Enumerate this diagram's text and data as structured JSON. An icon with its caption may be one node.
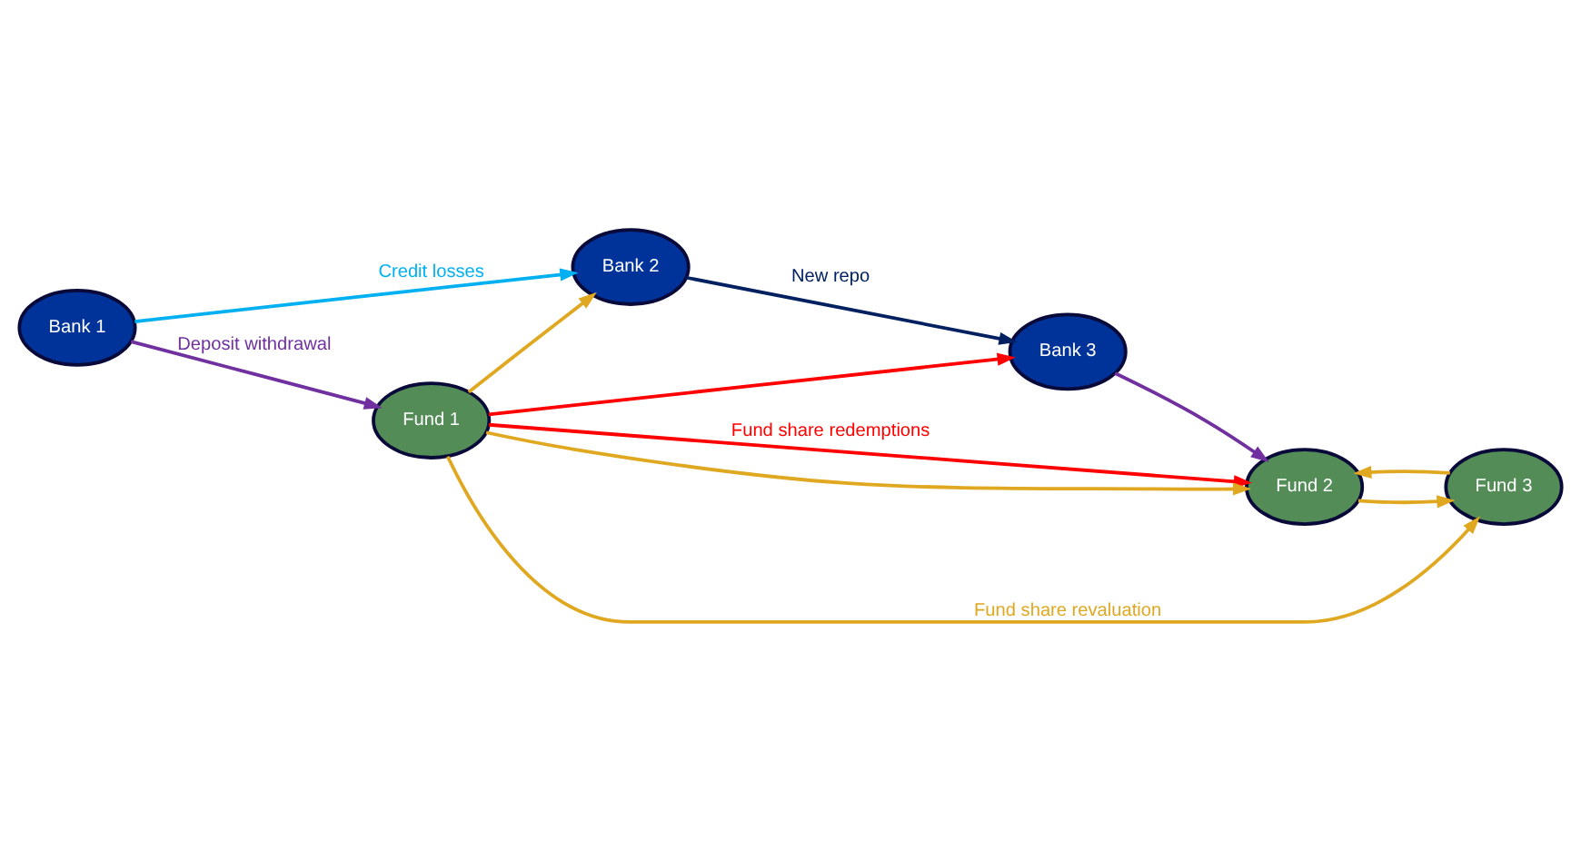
{
  "diagram": {
    "nodes": [
      {
        "text": [
          "Bank 1"
        ]
      },
      {
        "text": [
          "Bank 2"
        ]
      },
      {
        "text": [
          "Bank 3"
        ]
      },
      {
        "text": [
          "Fund 1"
        ]
      },
      {
        "text": [
          "Fund 2"
        ]
      },
      {
        "text": [
          "Fund 3"
        ]
      }
    ],
    "edges": [
      {
        "from": 0,
        "to": 1,
        "arrow": "to",
        "label": "Credit losses",
        "color": "#00b0f0"
      },
      {
        "from": 1,
        "to": 2,
        "arrow": "to",
        "label": "New repo",
        "color": "#002060"
      },
      {
        "from": 0,
        "to": 3,
        "arrow": "to",
        "label": "Deposit withdrawal",
        "color": "#7030a0"
      },
      {
        "from": 2,
        "to": 4,
        "arrow": "to",
        "color": "#7030a0"
      },
      {
        "from": 3,
        "to": 1,
        "arrow": "to"
      },
      {
        "from": 3,
        "to": 2,
        "arrow": "to",
        "color": "#ff0000"
      },
      {
        "from": 3,
        "to": 4,
        "arrow": "to",
        "label": "Fund share redemptions",
        "color": "#ff0000"
      },
      {
        "from": 3,
        "to": 4,
        "arrow": "to"
      },
      {
        "from": 3,
        "to": 5,
        "arrow": "to",
        "label": "Fund share revaluation"
      },
      {
        "from": 4,
        "to": 5,
        "arrow": "to"
      },
      {
        "from": 5,
        "to": 4,
        "arrow": "to"
      }
    ]
  }
}
